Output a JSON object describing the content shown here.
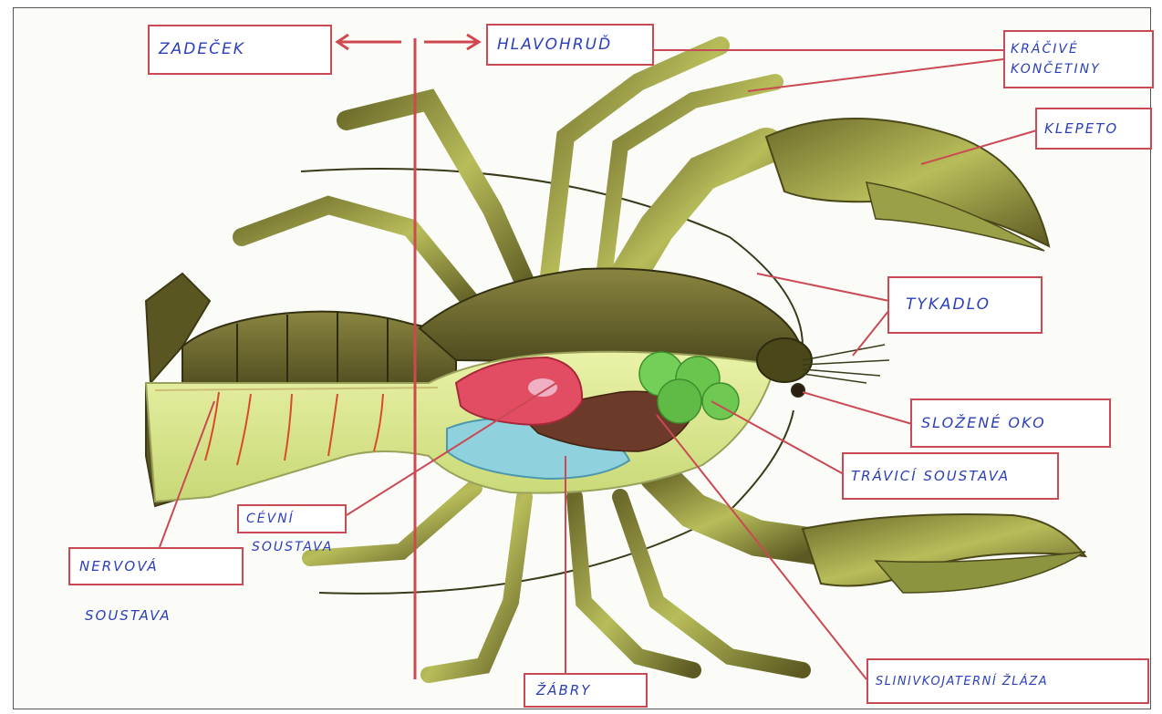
{
  "diagram": {
    "labels": {
      "zadecek": "ZADEČEK",
      "hlavohrud": "HLAVOHRUĎ",
      "kracive_1": "KRÁČIVÉ",
      "kracive_2": "KONČETINY",
      "klepeto": "KLEPETO",
      "tykadlo": "TYKADLO",
      "slozene_oko": "SLOŽENÉ OKO",
      "travici": "TRÁVICÍ SOUSTAVA",
      "cevni_1": "CÉVNÍ",
      "cevni_2": "SOUSTAVA",
      "nervova_1": "NERVOVÁ",
      "nervova_2": "SOUSTAVA",
      "zabry": "ŽÁBRY",
      "slinivka": "SLINIVKOJATERNÍ ŽLÁZA"
    },
    "colors": {
      "label_border": "#c94a54",
      "label_text": "#2a3fb8",
      "shell": "#6f6a2e",
      "legs": "#7c7a3a",
      "heart": "#e0455e",
      "gills": "#7fc9d8",
      "digestive": "#5fc04a",
      "gland": "#6a3a2a"
    }
  }
}
